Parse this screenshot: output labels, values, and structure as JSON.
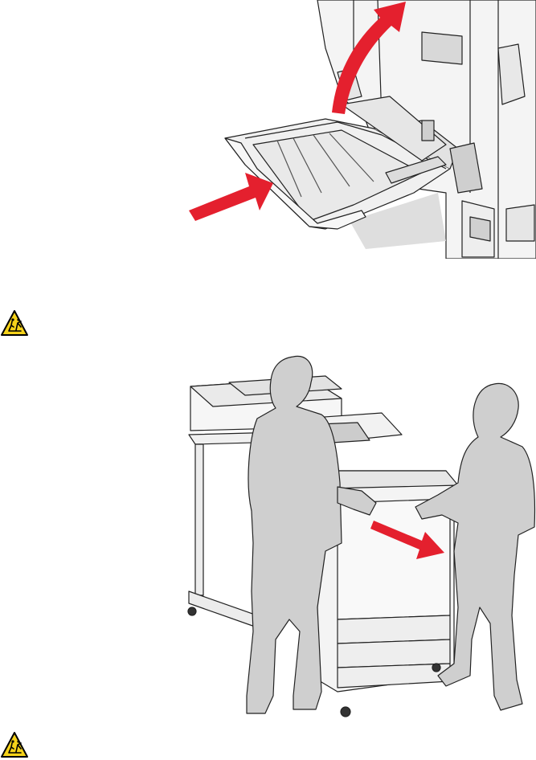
{
  "document": {
    "figures": [
      {
        "subject": "multipurpose-feeder-open",
        "arrows": 2,
        "arrow_color": "#e4202e"
      },
      {
        "subject": "two-people-moving-printer",
        "arrows": 1,
        "arrow_color": "#e4202e"
      }
    ],
    "warning_icons": [
      {
        "icon": "tip-hazard-icon",
        "color": "#f5d21a"
      },
      {
        "icon": "tip-hazard-icon",
        "color": "#f5d21a"
      }
    ]
  }
}
